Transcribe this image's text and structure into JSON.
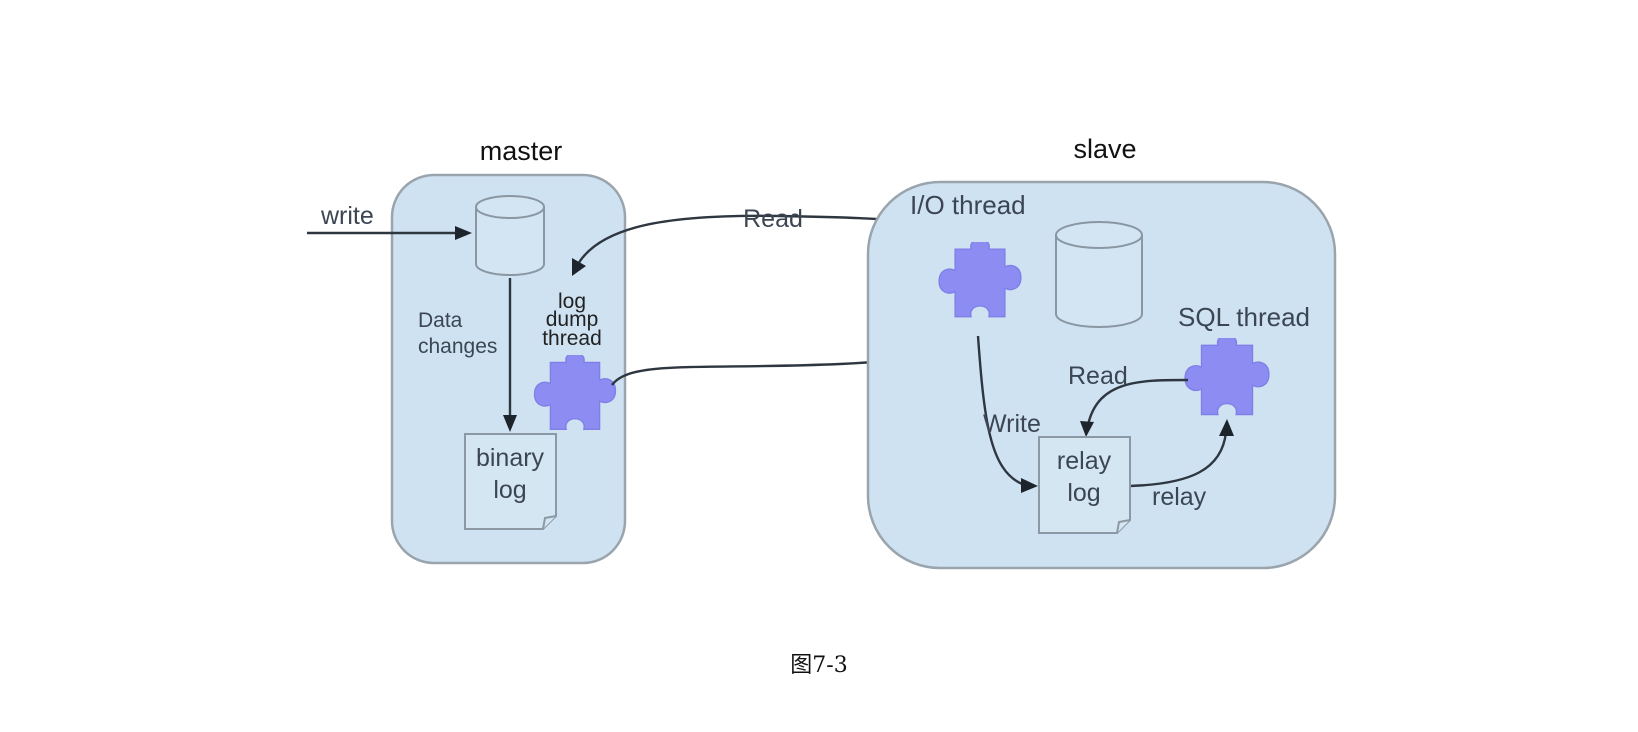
{
  "figure": {
    "caption": "图7-3"
  },
  "master": {
    "title": "master",
    "write_label": "write",
    "data_changes_line1": "Data",
    "data_changes_line2": "changes",
    "log_dump_line1": "log",
    "log_dump_line2": "dump",
    "log_dump_line3": "thread",
    "binary_log_line1": "binary",
    "binary_log_line2": "log"
  },
  "slave": {
    "title": "slave",
    "io_thread_label": "I/O thread",
    "sql_thread_label": "SQL thread",
    "read_label": "Read",
    "write_label": "Write",
    "relay_log_line1": "relay",
    "relay_log_line2": "log",
    "relay_label": "relay"
  },
  "connections": {
    "read_label": "Read"
  },
  "colors": {
    "container_fill": "#cfe2f2",
    "thread_puzzle": "#8c8cf2",
    "arrow": "#2e3640"
  }
}
